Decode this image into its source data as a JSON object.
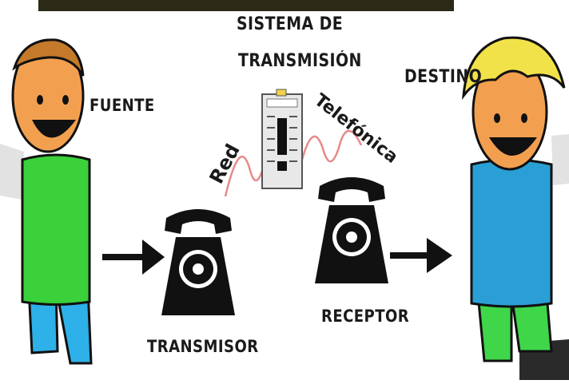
{
  "labels": {
    "fuente": "FUENTE",
    "sistema_line1": "SISTEMA DE",
    "sistema_line2": "TRANSMISIÓN",
    "destino": "DESTINO",
    "red": "Red",
    "telefonica": "Telefónica",
    "transmisor": "TRANSMISOR",
    "receptor": "RECEPTOR"
  },
  "colors": {
    "top_bar": "#2b2a16",
    "skin": "#f2a050",
    "hair_left": "#c47a2a",
    "hair_right": "#f2e24a",
    "shirt_left": "#3ad13a",
    "shirt_right": "#2a9fd6",
    "pants_left": "#2eb0e8",
    "pants_right": "#3fd64a",
    "phone": "#111111",
    "wire": "#e58a8a",
    "outline": "#111111"
  },
  "icons": [
    "person-icon",
    "telephone-icon",
    "telephone-icon",
    "exchange-panel-icon",
    "arrow-right-icon",
    "arrow-right-icon",
    "person-icon"
  ]
}
